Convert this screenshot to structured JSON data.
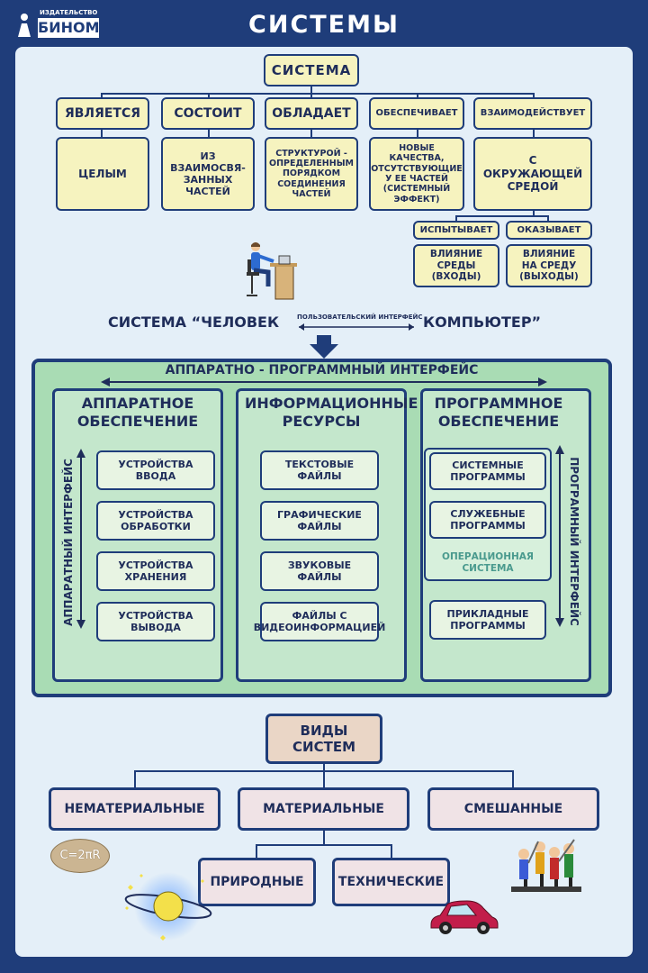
{
  "header": {
    "title": "СИСТЕМЫ",
    "publisher_small": "ИЗДАТЕЛЬСТВО",
    "publisher_name": "БИНОМ"
  },
  "system": {
    "root": "СИСТЕМА",
    "branches": [
      {
        "label": "ЯВЛЯЕТСЯ",
        "detail": "ЦЕЛЫМ"
      },
      {
        "label": "СОСТОИТ",
        "detail": "ИЗ ВЗАИМОСВЯ- ЗАННЫХ ЧАСТЕЙ"
      },
      {
        "label": "ОБЛАДАЕТ",
        "detail": "СТРУКТУРОЙ - ОПРЕДЕЛЕННЫМ ПОРЯДКОМ СОЕДИНЕНИЯ ЧАСТЕЙ"
      },
      {
        "label": "ОБЕСПЕЧИВАЕТ",
        "detail": "НОВЫЕ КАЧЕСТВА, ОТСУТСТВУЮЩИЕ У ЕЕ ЧАСТЕЙ (СИСТЕМНЫЙ ЭФФЕКТ)"
      },
      {
        "label": "ВЗАИМОДЕЙСТВУЕТ",
        "detail": "С ОКРУЖАЮЩЕЙ СРЕДОЙ"
      }
    ],
    "sub": [
      {
        "label": "ИСПЫТЫВАЕТ",
        "detail": "ВЛИЯНИЕ СРЕДЫ (ВХОДЫ)"
      },
      {
        "label": "ОКАЗЫВАЕТ",
        "detail": "ВЛИЯНИЕ НА СРЕДУ (ВЫХОДЫ)"
      }
    ]
  },
  "hci": {
    "left": "СИСТЕМА “ЧЕЛОВЕК",
    "middle": "ПОЛЬЗОВАТЕЛЬСКИЙ ИНТЕРФЕЙС",
    "right": "КОМПЬЮТЕР”"
  },
  "hw_sw": {
    "title": "АППАРАТНО - ПРОГРАММНЫЙ ИНТЕРФЕЙС",
    "hardware": {
      "title": "АППАРАТНОЕ ОБЕСПЕЧЕНИЕ",
      "side": "АППАРАТНЫЙ ИНТЕРФЕЙС",
      "items": [
        "УСТРОЙСТВА ВВОДА",
        "УСТРОЙСТВА ОБРАБОТКИ",
        "УСТРОЙСТВА ХРАНЕНИЯ",
        "УСТРОЙСТВА ВЫВОДА"
      ]
    },
    "info": {
      "title": "ИНФОРМАЦИОННЫЕ РЕСУРСЫ",
      "items": [
        "ТЕКСТОВЫЕ ФАЙЛЫ",
        "ГРАФИЧЕСКИЕ ФАЙЛЫ",
        "ЗВУКОВЫЕ ФАЙЛЫ",
        "ФАЙЛЫ С ВИДЕОИНФОРМАЦИЕЙ"
      ]
    },
    "software": {
      "title": "ПРОГРАММНОЕ ОБЕСПЕЧЕНИЕ",
      "side": "ПРОГРАМНЫЙ ИНТЕРФЕЙС",
      "items": [
        "СИСТЕМНЫЕ ПРОГРАММЫ",
        "СЛУЖЕБНЫЕ ПРОГРАММЫ",
        "ПРИКЛАДНЫЕ ПРОГРАММЫ"
      ],
      "os": "ОПЕРАЦИОННАЯ СИСТЕМА"
    }
  },
  "types": {
    "root": "ВИДЫ СИСТЕМ",
    "level1": [
      "НЕМАТЕРИАЛЬНЫЕ",
      "МАТЕРИАЛЬНЫЕ",
      "СМЕШАННЫЕ"
    ],
    "level2": [
      "ПРИРОДНЫЕ",
      "ТЕХНИЧЕСКИЕ"
    ],
    "formula": "C=2πR"
  },
  "colors": {
    "navy": "#1f3d7a",
    "panel": "#e4eff8",
    "yellow": "#f6f3bf",
    "green": "#c4e7cc",
    "mauve": "#f0e3e6",
    "tan": "#ead6c6"
  }
}
